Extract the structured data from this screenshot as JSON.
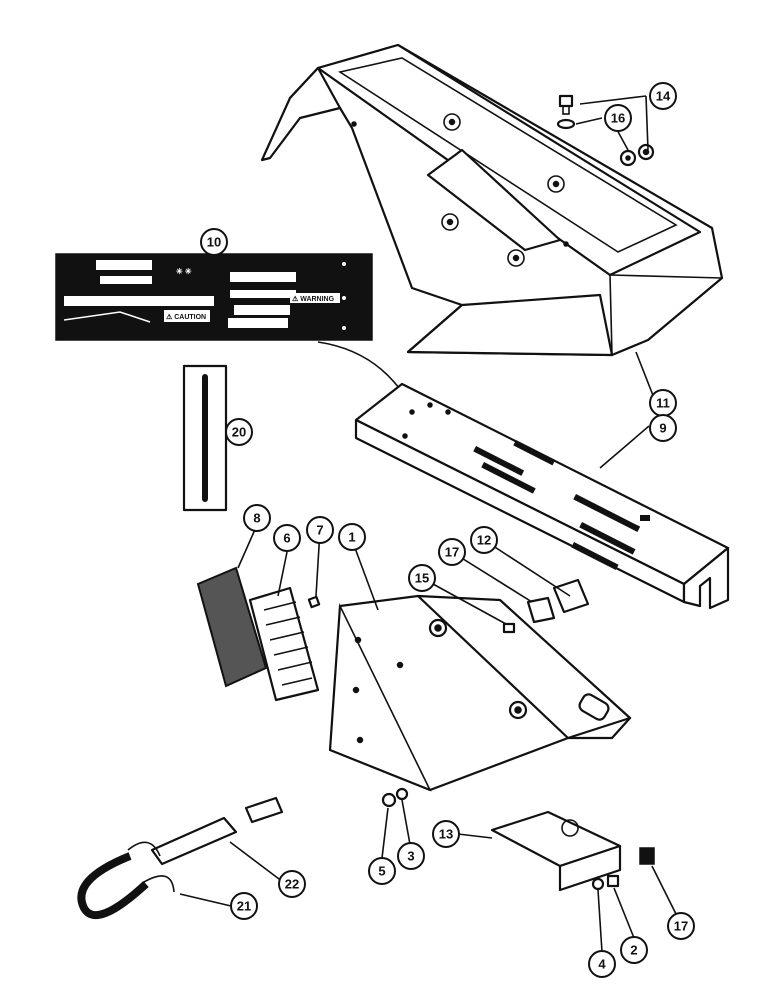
{
  "callouts": [
    {
      "id": "c14",
      "label": "14"
    },
    {
      "id": "c16",
      "label": "16"
    },
    {
      "id": "c10",
      "label": "10"
    },
    {
      "id": "c11",
      "label": "11"
    },
    {
      "id": "c9",
      "label": "9"
    },
    {
      "id": "c20",
      "label": "20"
    },
    {
      "id": "c8",
      "label": "8"
    },
    {
      "id": "c6",
      "label": "6"
    },
    {
      "id": "c7",
      "label": "7"
    },
    {
      "id": "c1",
      "label": "1"
    },
    {
      "id": "c17a",
      "label": "17"
    },
    {
      "id": "c12",
      "label": "12"
    },
    {
      "id": "c15",
      "label": "15"
    },
    {
      "id": "c13",
      "label": "13"
    },
    {
      "id": "c5",
      "label": "5"
    },
    {
      "id": "c3",
      "label": "3"
    },
    {
      "id": "c22",
      "label": "22"
    },
    {
      "id": "c21",
      "label": "21"
    },
    {
      "id": "c4",
      "label": "4"
    },
    {
      "id": "c2",
      "label": "2"
    },
    {
      "id": "c17b",
      "label": "17"
    }
  ],
  "decal": {
    "warning": "⚠ WARNING",
    "caution": "⚠ CAUTION"
  }
}
